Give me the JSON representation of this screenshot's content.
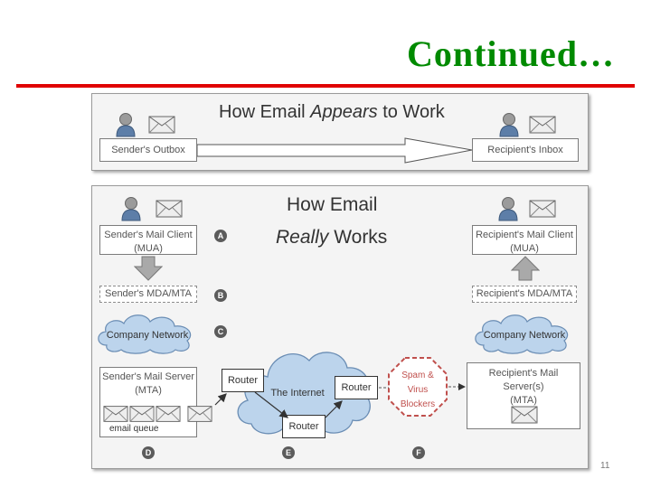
{
  "slide": {
    "title": "Continued…",
    "page_number": "11"
  },
  "top_panel": {
    "title_pre": "How Email ",
    "title_em": "Appears",
    "title_post": " to Work",
    "sender_box": "Sender's Outbox",
    "recipient_box": "Recipient's Inbox"
  },
  "bottom_panel": {
    "title_line1": "How Email",
    "title_line2_em": "Really",
    "title_line2_rest": " Works",
    "sender_client_line1": "Sender's Mail Client",
    "sender_client_line2": "(MUA)",
    "recipient_client_line1": "Recipient's Mail Client",
    "recipient_client_line2": "(MUA)",
    "sender_mda": "Sender's MDA/MTA",
    "recipient_mda": "Recipient's MDA/MTA",
    "company_network_left": "Company Network",
    "company_network_right": "Company Network",
    "sender_server_line1": "Sender's Mail Server",
    "sender_server_line2": "(MTA)",
    "email_queue": "email queue",
    "recipient_server_line1": "Recipient's Mail Server(s)",
    "recipient_server_line2": "(MTA)",
    "internet": "The Internet",
    "router1": "Router",
    "router2": "Router",
    "router3": "Router",
    "spam_line1": "Spam &",
    "spam_line2": "Virus",
    "spam_line3": "Blockers",
    "markers": [
      "A",
      "B",
      "C",
      "D",
      "E",
      "F"
    ]
  },
  "icons": [
    "person-icon",
    "envelope-icon",
    "down-arrow-icon",
    "up-arrow-icon",
    "cloud-icon"
  ]
}
